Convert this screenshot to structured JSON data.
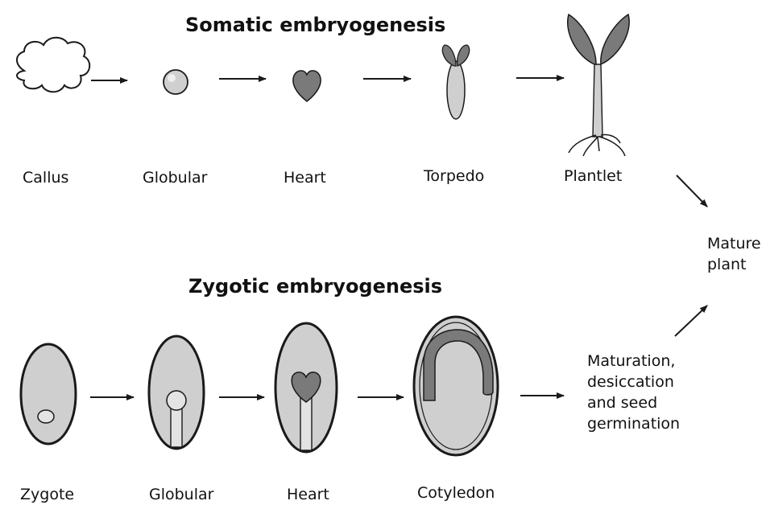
{
  "somatic": {
    "title": "Somatic embryogenesis",
    "stages": [
      "Callus",
      "Globular",
      "Heart",
      "Torpedo",
      "Plantlet"
    ]
  },
  "zygotic": {
    "title": "Zygotic embryogenesis",
    "stages": [
      "Zygote",
      "Globular",
      "Heart",
      "Cotyledon"
    ]
  },
  "maturation": [
    "Maturation,",
    "desiccation",
    "and seed",
    "germination"
  ],
  "mature_plant": [
    "Mature",
    "plant"
  ],
  "colors": {
    "fill_light": "#d6d6d6",
    "fill_dark": "#7a7a7a",
    "stroke": "#1a1a1a"
  }
}
